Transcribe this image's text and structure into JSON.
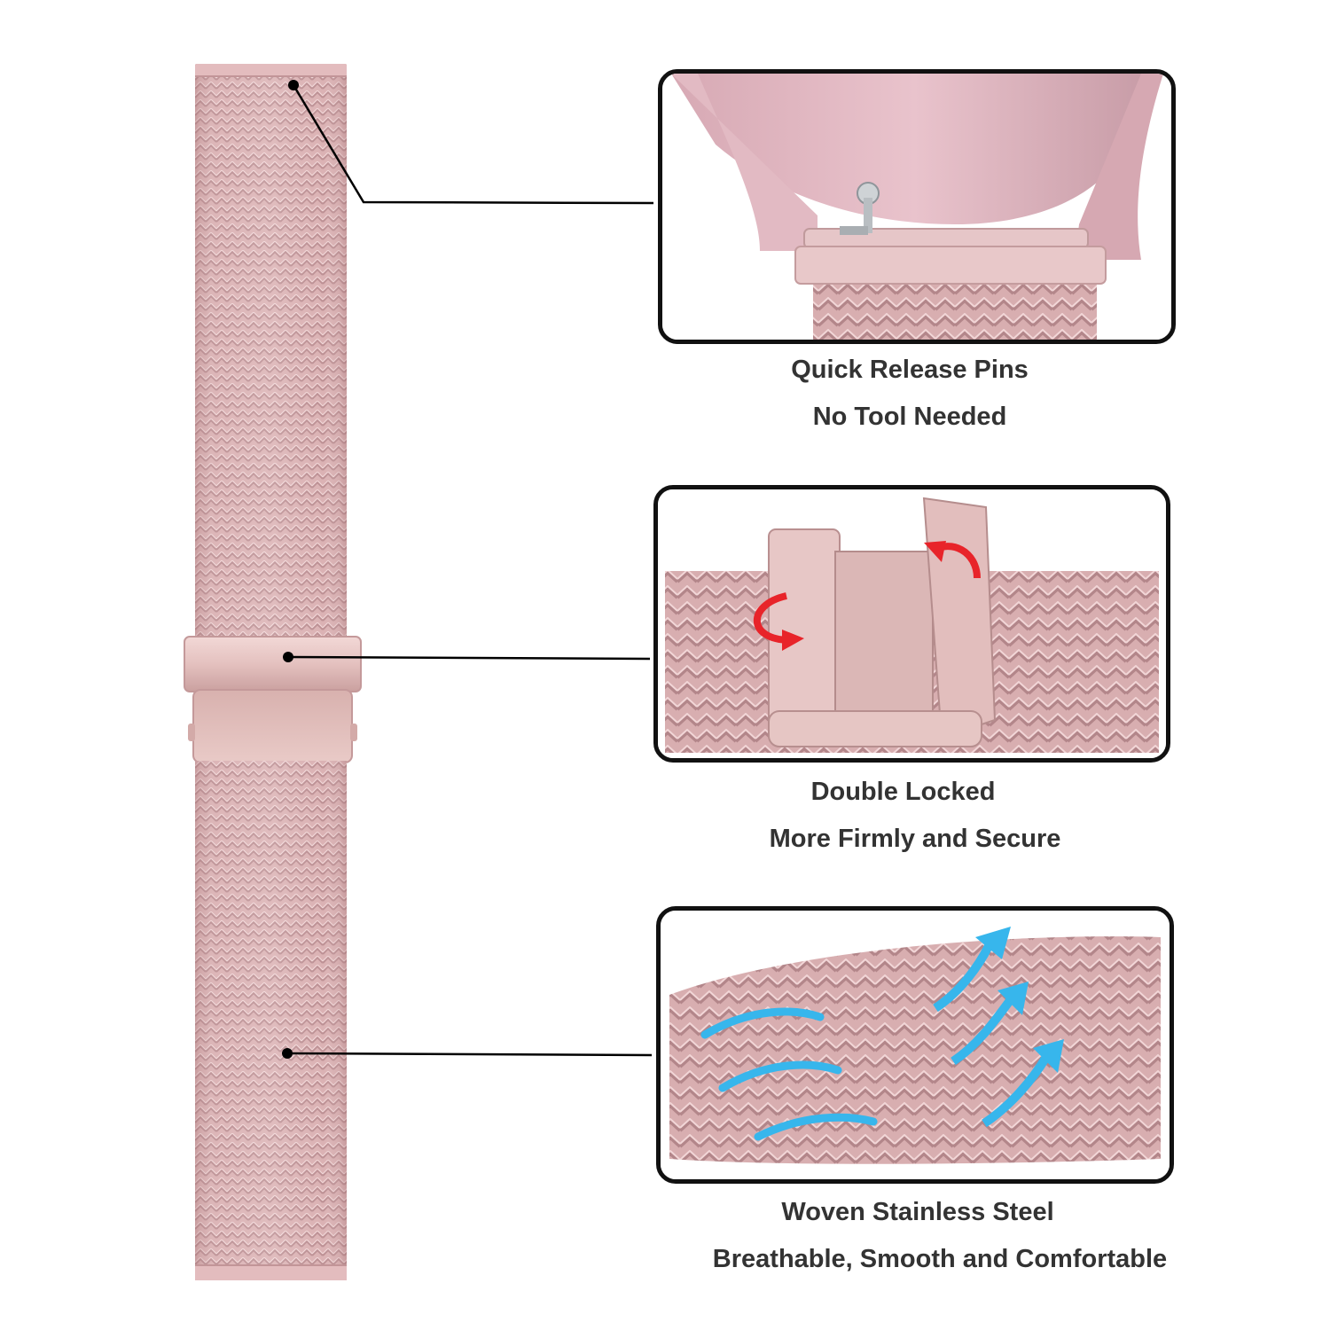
{
  "colors": {
    "mesh_base": "#d9aeb0",
    "mesh_light": "#efcfd0",
    "mesh_dark": "#b98a8e",
    "panel_border": "#111111",
    "caption_text": "#333333",
    "arrow_red": "#e8242a",
    "arrow_blue": "#37b6ec"
  },
  "features": [
    {
      "line1": "Quick Release Pins",
      "line2": "No Tool Needed",
      "illustration": "quick-release-pin-icon"
    },
    {
      "line1": "Double Locked",
      "line2": "More Firmly and Secure",
      "illustration": "double-lock-clasp-icon"
    },
    {
      "line1": "Woven Stainless Steel",
      "line2": "Breathable, Smooth and Comfortable",
      "illustration": "breathable-mesh-icon"
    }
  ]
}
